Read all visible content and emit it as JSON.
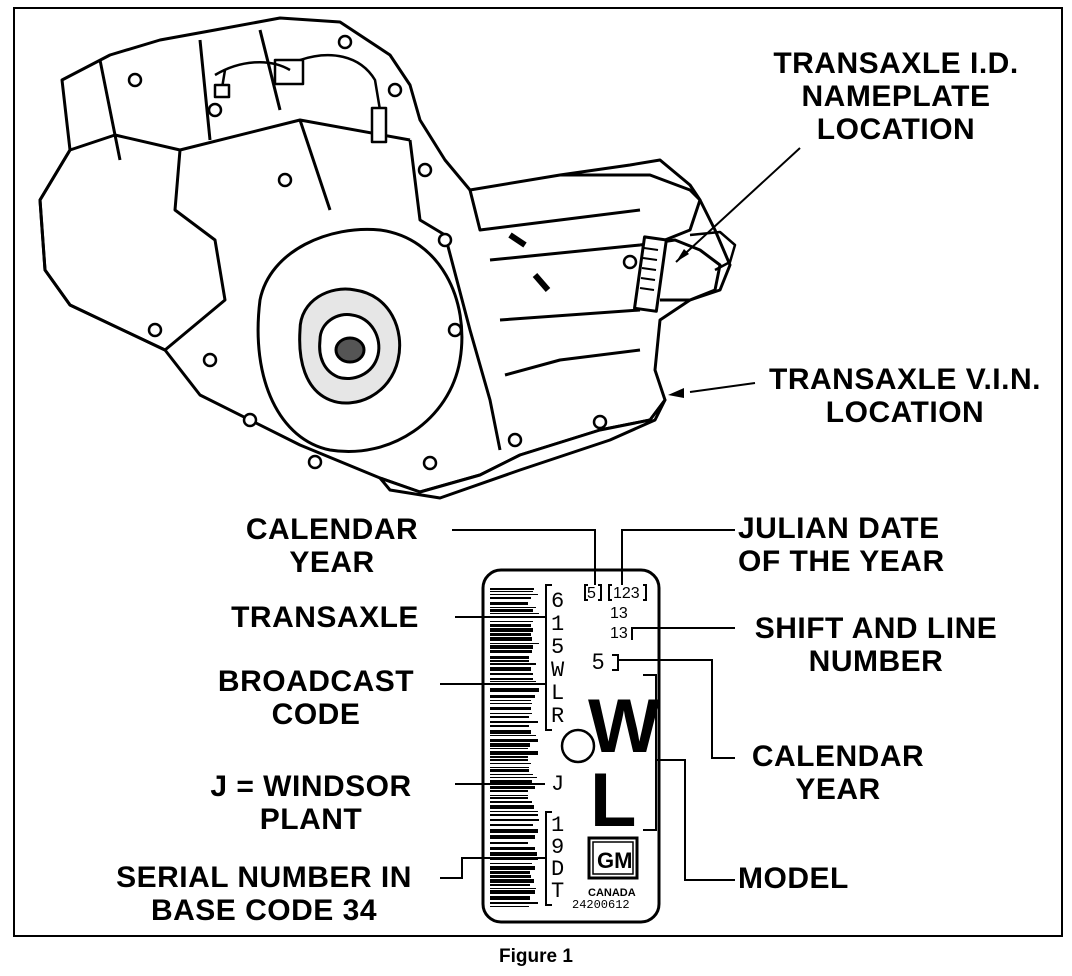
{
  "labels": {
    "id_nameplate": [
      "TRANSAXLE I.D.",
      "NAMEPLATE",
      "LOCATION"
    ],
    "vin_location": [
      "TRANSAXLE V.I.N.",
      "LOCATION"
    ],
    "calendar_year_top": [
      "CALENDAR",
      "YEAR"
    ],
    "julian_date": [
      "JULIAN DATE",
      "OF THE YEAR"
    ],
    "transaxle": [
      "TRANSAXLE"
    ],
    "shift_line": [
      "SHIFT AND LINE",
      "NUMBER"
    ],
    "broadcast_code": [
      "BROADCAST",
      "CODE"
    ],
    "calendar_year_right": [
      "CALENDAR",
      "YEAR"
    ],
    "windsor_plant": [
      "J = WINDSOR",
      "PLANT"
    ],
    "model": [
      "MODEL"
    ],
    "serial_number": [
      "SERIAL NUMBER IN",
      "BASE CODE 34"
    ]
  },
  "plate": {
    "year_digit": "5",
    "julian": "123",
    "shift_1": "13",
    "shift_2": "13",
    "calendar_digit": "5",
    "model_top": "W",
    "model_bottom": "L",
    "left_chars": [
      "6",
      "1",
      "5",
      "W",
      "L",
      "R",
      "J",
      "1",
      "9",
      "D",
      "T"
    ],
    "logo": "GM",
    "country": "CANADA",
    "part_number": "24200612"
  },
  "caption": "Figure 1"
}
